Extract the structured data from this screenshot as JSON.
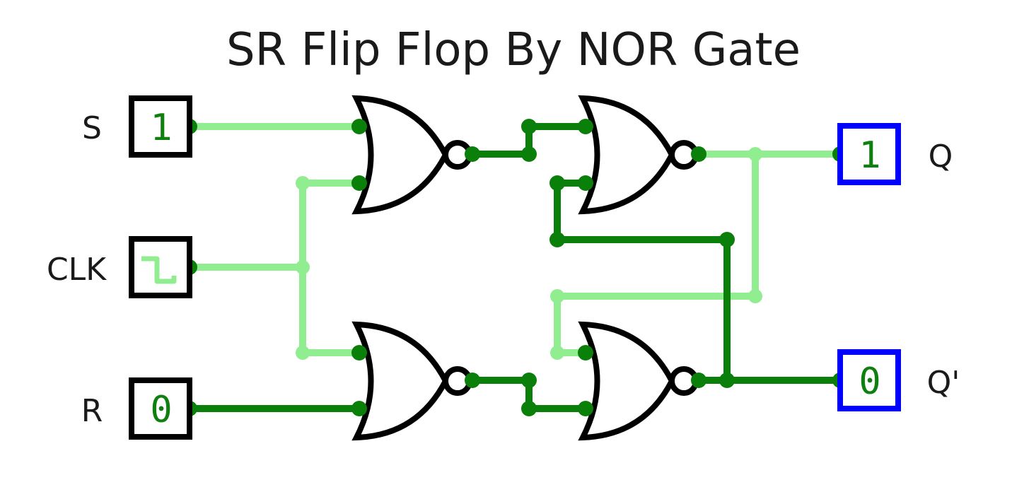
{
  "title": "SR Flip Flop By NOR Gate",
  "inputs": {
    "s": {
      "label": "S",
      "value": "1"
    },
    "clk": {
      "label": "CLK"
    },
    "r": {
      "label": "R",
      "value": "0"
    }
  },
  "outputs": {
    "q": {
      "label": "Q",
      "value": "1"
    },
    "q_bar": {
      "label": "Q'",
      "value": "0"
    }
  },
  "colors": {
    "wire_high": "#90ee90",
    "wire_low": "#0a800a",
    "input_box": "#000000",
    "output_box": "#0000ff",
    "gate_stroke": "#000000"
  }
}
